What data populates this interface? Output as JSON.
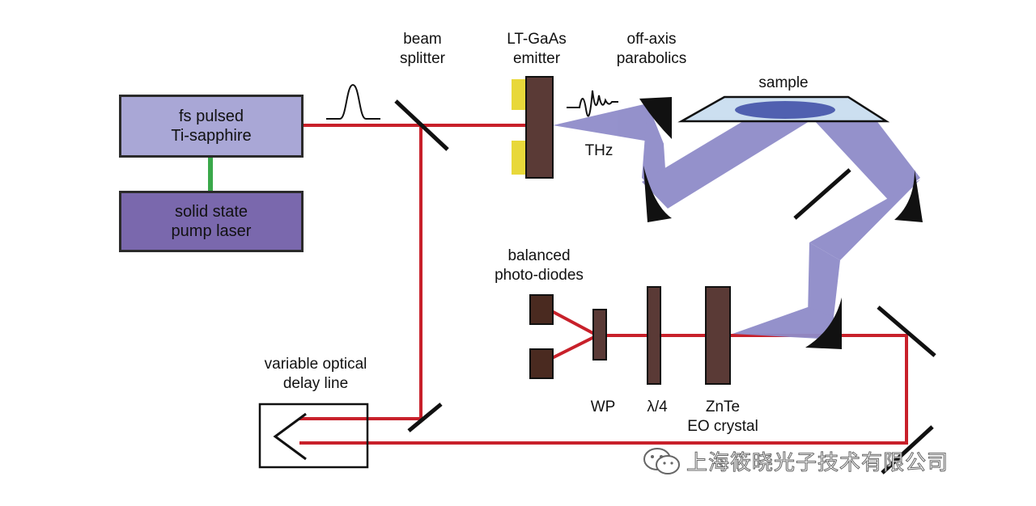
{
  "colors": {
    "laser_beam": "#c8202a",
    "thz_beam": "#8f8cc9",
    "pump_link": "#3aa84a",
    "ti_sapphire_fill": "#a9a7d6",
    "pump_laser_fill": "#7a68ad",
    "optic_dark": "#5a3a36",
    "detector_fill": "#4a2a20",
    "emitter_contact": "#e8d83a",
    "sample_fill": "#ccdff0",
    "sample_spot": "#5060b0"
  },
  "components": {
    "ti_sapphire": "fs pulsed\nTi-sapphire",
    "pump_laser": "solid state\npump laser"
  },
  "labels": {
    "beam_splitter": "beam\nsplitter",
    "emitter": "LT-GaAs\nemitter",
    "parabolics": "off-axis\nparabolics",
    "sample": "sample",
    "thz": "THz",
    "photodiodes": "balanced\nphoto-diodes",
    "delay_line": "variable optical\ndelay line",
    "wp": "WP",
    "quarter_wave": "λ/4",
    "znte": "ZnTe\nEO crystal"
  },
  "watermark": {
    "text": "上海筱晓光子技术有限公司",
    "icon": "wechat-icon"
  }
}
